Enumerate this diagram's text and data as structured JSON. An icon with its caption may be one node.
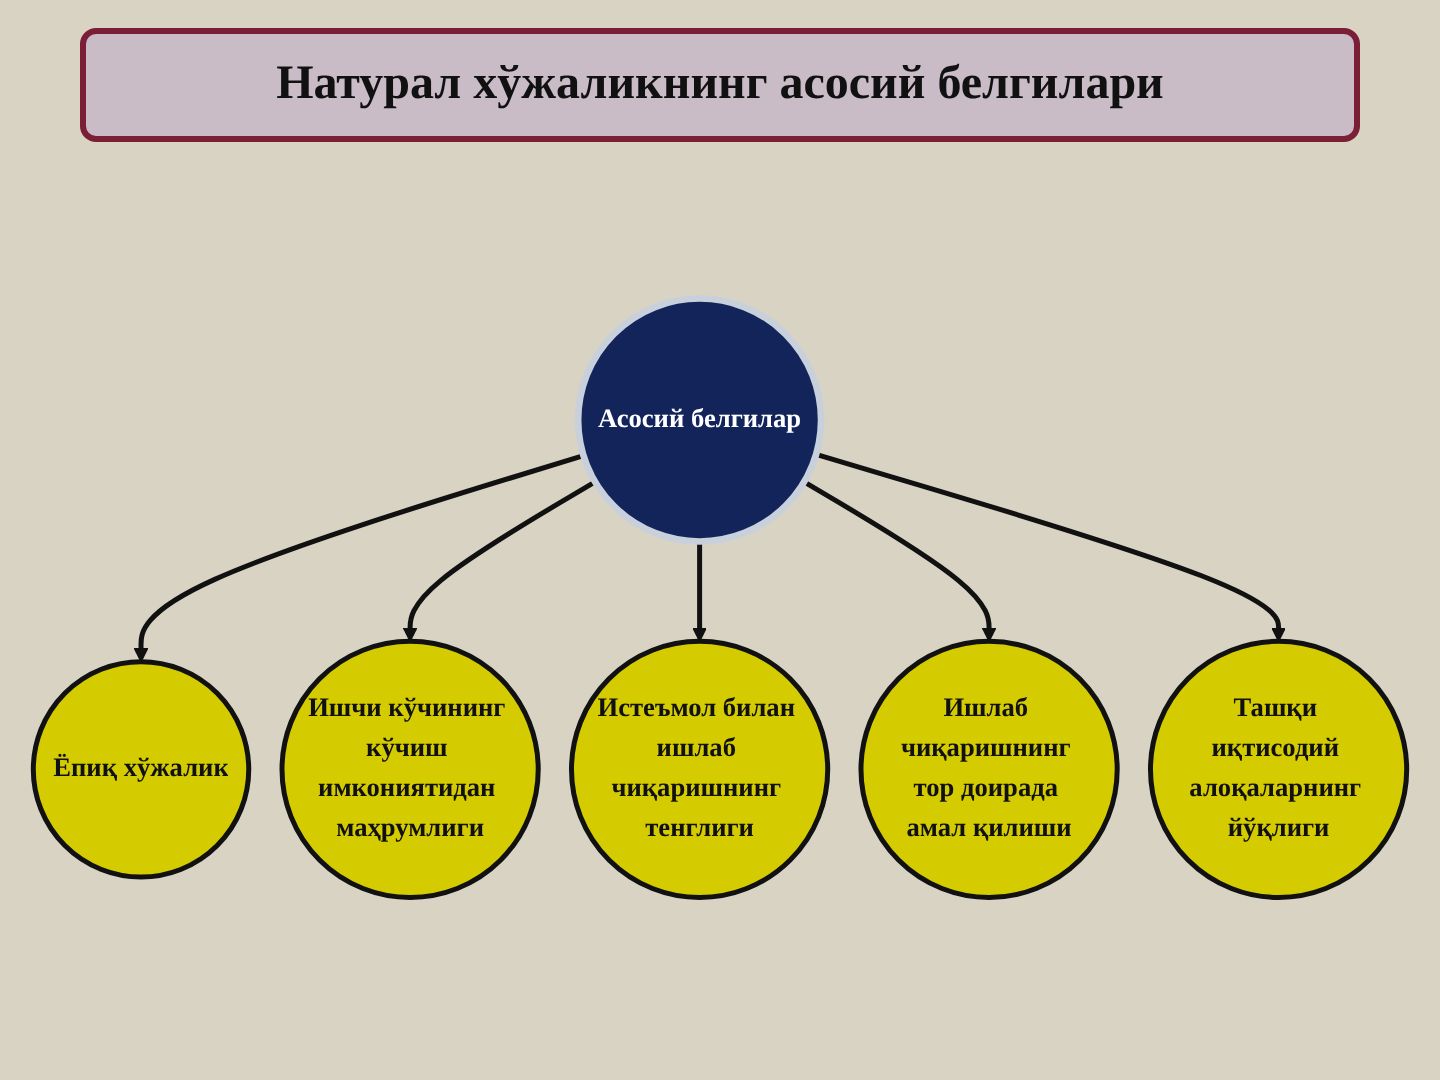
{
  "diagram": {
    "title": "Натурал хўжаликнинг асосий белгилари",
    "nodes": [
      {
        "text": [
          "Ёпиқ хўжалик"
        ]
      },
      {
        "text": [
          "Ишчи кўчининг кўчиш имкониятидан маҳрумлиги"
        ]
      },
      {
        "text": [
          "Истеъмол билан ишлаб чиқаришнинг тенглиги"
        ]
      },
      {
        "text": [
          "Асосий белгилар"
        ]
      },
      {
        "text": [
          "Ишлаб чиқаришнинг тор доирада амал қилиши"
        ]
      },
      {
        "text": [
          "Ташқи иқтисодий алоқаларнинг йўқлиги"
        ]
      }
    ],
    "edges": [
      {
        "from": 3,
        "to": 0,
        "arrow": "to"
      },
      {
        "from": 3,
        "to": 1,
        "arrow": "to"
      },
      {
        "from": 3,
        "to": 2,
        "arrow": "to"
      },
      {
        "from": 3,
        "to": 4,
        "arrow": "to"
      },
      {
        "from": 3,
        "to": 5,
        "arrow": "to"
      }
    ]
  }
}
